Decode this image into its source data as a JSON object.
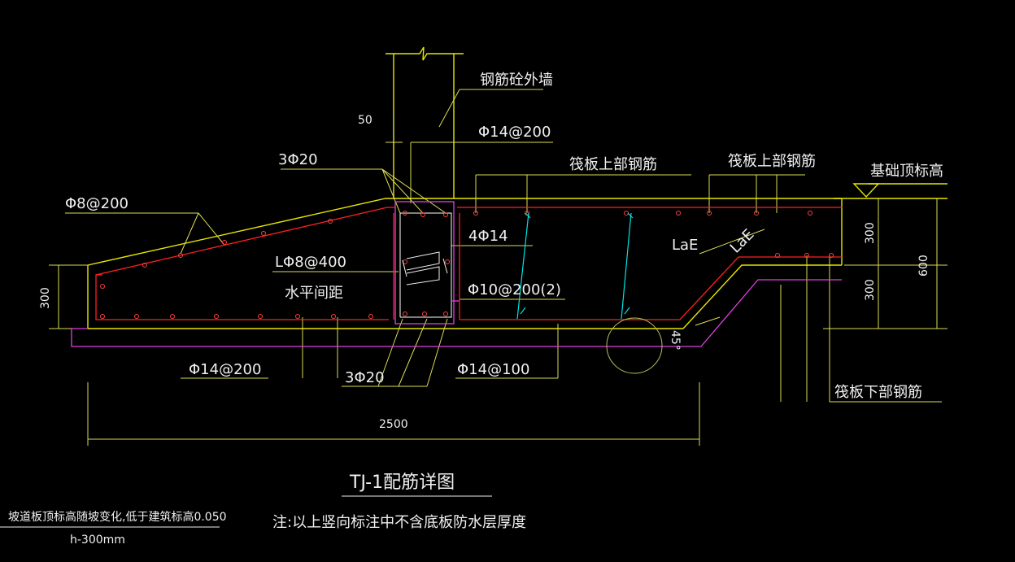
{
  "labels": {
    "wall": "钢筋砼外墙",
    "dim50": "50",
    "top_bars_wall": "Φ14@200",
    "raft_top_1": "筏板上部钢筋",
    "raft_top_2": "筏板上部钢筋",
    "fdn_top_elev": "基础顶标高",
    "corner_bars_top": "3Φ20",
    "slope_bars": "Φ8@200",
    "bars_4": "4Φ14",
    "tie": "LΦ8@400",
    "horiz_spacing": "水平间距",
    "stirrup": "Φ10@200(2)",
    "lae_1": "LaE",
    "lae_2": "LaE",
    "angle": "45°",
    "dim300_left": "300",
    "dim300_r1": "300",
    "dim300_r2": "300",
    "dim600": "600",
    "bottom_bars_1": "Φ14@200",
    "corner_bars_bot": "3Φ20",
    "bottom_bars_2": "Φ14@100",
    "raft_bottom": "筏板下部钢筋",
    "dim2500": "2500",
    "title": "TJ-1配筋详图",
    "note": "注:以上竖向标注中不含底板防水层厚度",
    "side_note": "坡道板顶标高随坡变化,低于建筑标高0.050",
    "side_note2": "h-300mm"
  },
  "colors": {
    "yellow": "#e6e600",
    "red": "#ff2020",
    "magenta": "#e040e0",
    "cyan": "#00e5e5",
    "white": "#f0f0f0",
    "green": "#b8c060"
  }
}
